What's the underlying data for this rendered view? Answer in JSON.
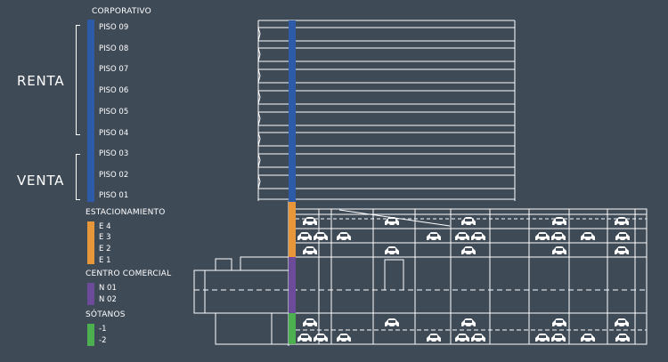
{
  "tower": {
    "header": "CORPORATIVO",
    "floors": [
      "PISO 09",
      "PISO 08",
      "PISO 07",
      "PISO 06",
      "PISO 05",
      "PISO 04",
      "PISO 03",
      "PISO 02",
      "PISO 01"
    ],
    "groups": {
      "rent": "RENTA",
      "sale": "VENTA"
    }
  },
  "parking": {
    "header": "ESTACIONAMIENTO",
    "levels": [
      "E 4",
      "E 3",
      "E 2",
      "E 1"
    ]
  },
  "mall": {
    "header": "CENTRO COMERCIAL",
    "levels": [
      "N 01",
      "N 02"
    ]
  },
  "basement": {
    "header": "SÓTANOS",
    "levels": [
      "-1",
      "-2"
    ]
  },
  "colors": {
    "background": "#3f4a57",
    "corporativo": "#2e5ba8",
    "estacionamiento": "#e8963a",
    "centro_comercial": "#6c4b9a",
    "sotanos": "#4caf50",
    "lines": "#ffffff"
  },
  "icons": {
    "vehicle": "car-icon"
  }
}
